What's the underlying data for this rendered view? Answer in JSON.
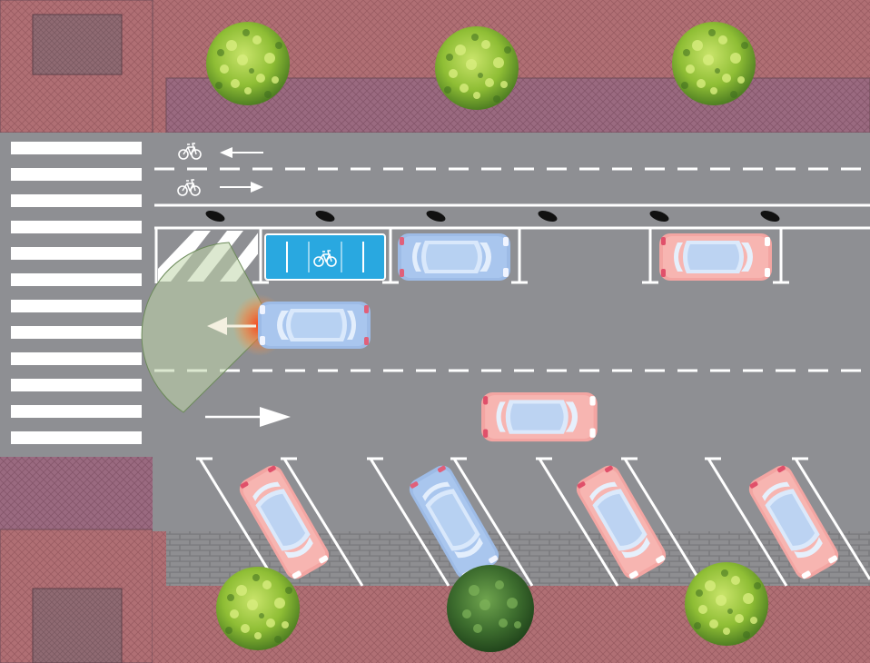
{
  "scene": {
    "description_free": true,
    "colors": {
      "road": "#8e8f93",
      "sidewalk_pink": "#b06f74",
      "sidewalk_mauve": "#9a6a80",
      "lane_marking": "#ffffff",
      "bike_lane_blue": "#29a8e0",
      "car_blue": "#9dbbe6",
      "car_red": "#f3a5a2",
      "headlight_glow": "#ff4a1c",
      "sensor_cone": "#bfd6a9",
      "paver": "#7d7d80",
      "tree_light": "#a9d14a",
      "tree_dark": "#3c6d2e"
    },
    "icons": [
      "bicycle-icon",
      "arrow-left-icon",
      "arrow-right-icon"
    ],
    "parked_cars_top": [
      {
        "id": "top-blue",
        "color": "blue"
      },
      {
        "id": "top-red",
        "color": "red"
      }
    ],
    "moving_cars": [
      {
        "id": "ego-blue",
        "color": "blue",
        "direction": "left"
      },
      {
        "id": "lane-red",
        "color": "red",
        "direction": "right"
      }
    ],
    "angled_cars_bottom": [
      {
        "id": "bottom-red-1",
        "color": "red"
      },
      {
        "id": "bottom-blue",
        "color": "blue"
      },
      {
        "id": "bottom-red-2",
        "color": "red"
      },
      {
        "id": "bottom-red-3",
        "color": "red"
      }
    ],
    "trees": [
      {
        "id": "tree-top-1",
        "shade": "light"
      },
      {
        "id": "tree-top-2",
        "shade": "light"
      },
      {
        "id": "tree-top-3",
        "shade": "light"
      },
      {
        "id": "tree-bottom-1",
        "shade": "light"
      },
      {
        "id": "tree-bottom-2",
        "shade": "dark"
      },
      {
        "id": "tree-bottom-3",
        "shade": "light"
      }
    ]
  }
}
